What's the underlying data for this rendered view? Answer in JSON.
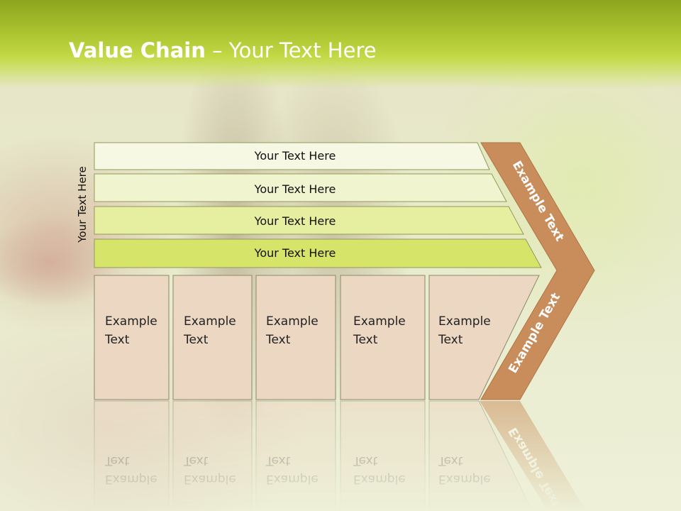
{
  "title": {
    "bold": "Value Chain",
    "rest": " – Your Text Here"
  },
  "side_label": "Your Text Here",
  "rows": [
    {
      "label": "Your Text Here",
      "fill": "#f6f8e3"
    },
    {
      "label": "Your Text Here",
      "fill": "#f0f5d0"
    },
    {
      "label": "Your Text Here",
      "fill": "#e6efa0"
    },
    {
      "label": "Your Text Here",
      "fill": "#d6e46a"
    }
  ],
  "columns": [
    {
      "line1": "Example",
      "line2": "Text"
    },
    {
      "line1": "Example",
      "line2": "Text"
    },
    {
      "line1": "Example",
      "line2": "Text"
    },
    {
      "line1": "Example",
      "line2": "Text"
    },
    {
      "line1": "Example",
      "line2": "Text"
    }
  ],
  "chevron": {
    "upper": "Example Text",
    "lower": "Example Text"
  },
  "colors": {
    "header": "#a9c22d",
    "column_fill": "#ecd7c3",
    "chevron": "#c98d5c",
    "border": "#8a8a6a"
  }
}
